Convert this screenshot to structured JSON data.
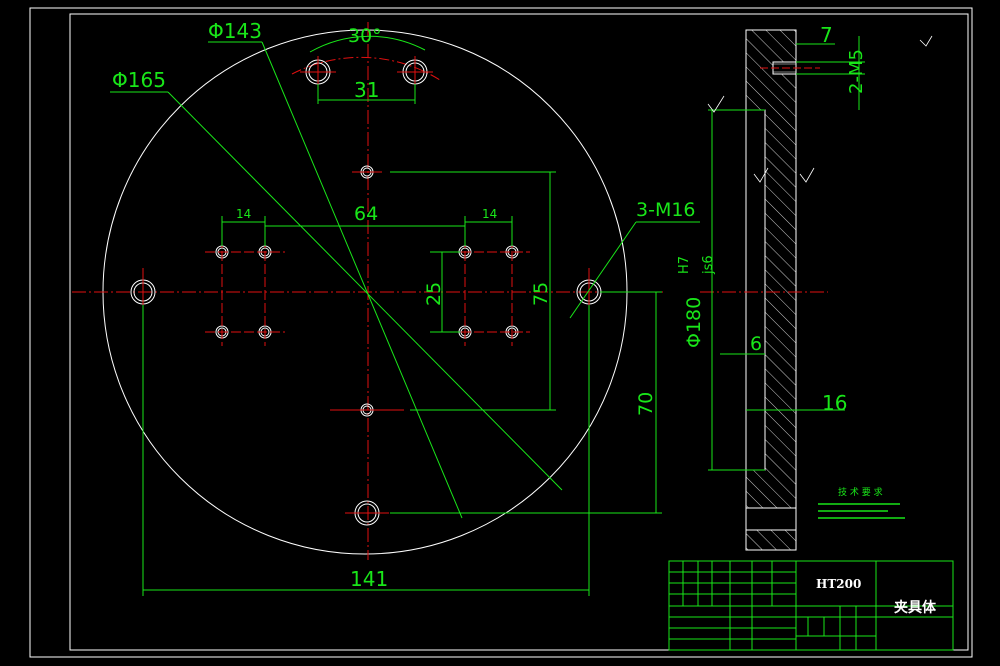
{
  "drawing": {
    "dims": {
      "phi143": "Φ143",
      "angle30": "30°",
      "d31": "31",
      "phi165": "Φ165",
      "d64": "64",
      "d14a": "14",
      "d14b": "14",
      "m16": "3-M16",
      "d25": "25",
      "d75": "75",
      "d70": "70",
      "d141": "141",
      "phi180_main": "Φ180",
      "phi180_fit_upper": "H7",
      "phi180_fit_lower": "js6",
      "d7": "7",
      "m5": "2-M5",
      "d6": "6",
      "d16": "16"
    },
    "title_block": {
      "material": "HT200",
      "part_name": "夹具体",
      "tech_req_title": "技 术 要 求"
    }
  }
}
